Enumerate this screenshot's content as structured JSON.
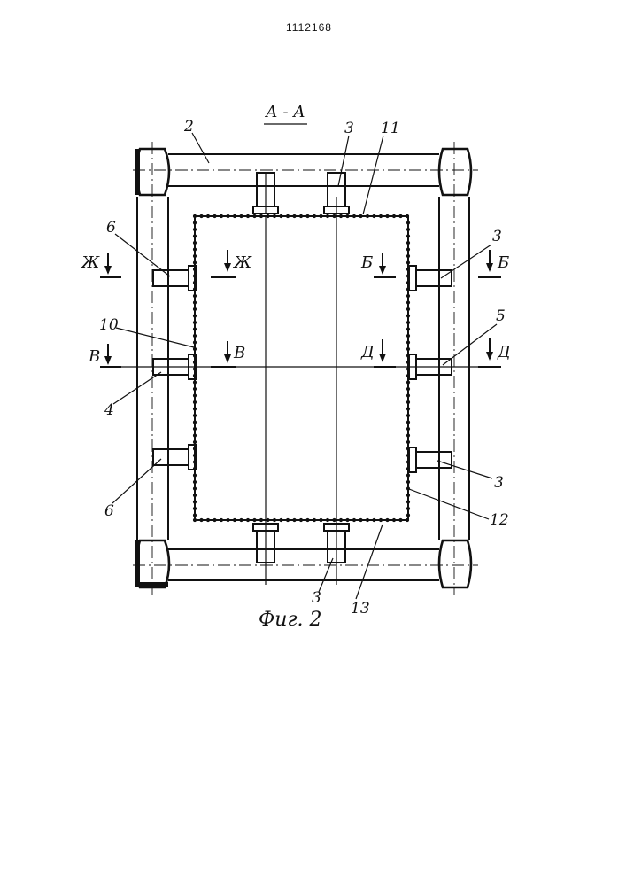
{
  "document_number": "1112168",
  "section_title": "А - А",
  "figure_caption": "Фиг. 2",
  "callouts": {
    "c2": "2",
    "c3_top": "3",
    "c11": "11",
    "c6_upper": "6",
    "c3_right_upper": "3",
    "c10": "10",
    "c5": "5",
    "c4": "4",
    "c6_lower": "6",
    "c3_right_lower": "3",
    "c12": "12",
    "c3_bottom": "3",
    "c13": "13"
  },
  "section_marks": {
    "zh_left": "Ж",
    "zh_right": "Ж",
    "v_left": "В",
    "v_right": "В",
    "b_left": "Б",
    "b_right": "Б",
    "d_left": "Д",
    "d_right": "Д"
  }
}
